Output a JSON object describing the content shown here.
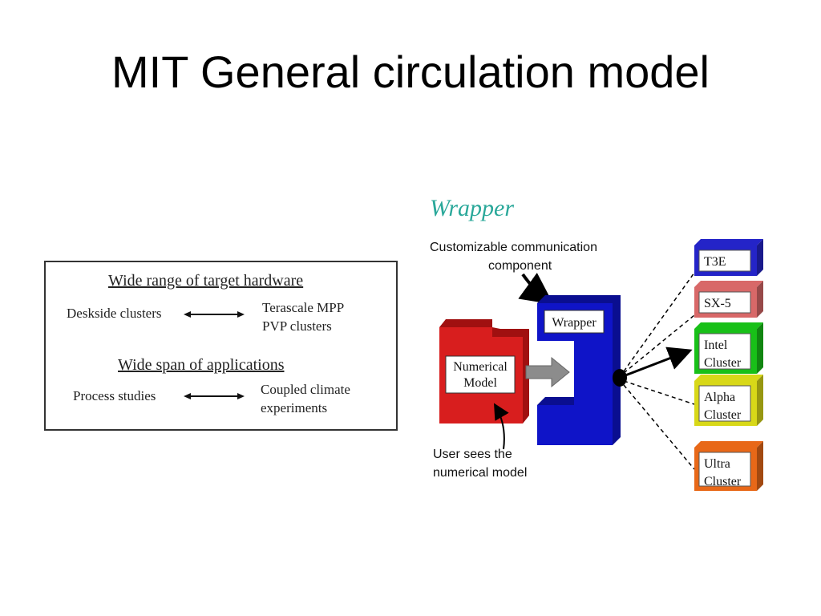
{
  "title": "MIT General circulation model",
  "hardware_box": {
    "heading_hardware": "Wide range of target hardware",
    "desk_left": "Deskside clusters",
    "desk_right_1": "Terascale MPP",
    "desk_right_2": "PVP clusters",
    "heading_apps": "Wide span of applications",
    "process_left": "Process studies",
    "process_right_1": "Coupled climate",
    "process_right_2": "experiments"
  },
  "diagram": {
    "title": "Wrapper",
    "caption_comm_1": "Customizable communication",
    "caption_comm_2": "component",
    "wrapper_label": "Wrapper",
    "model_label_1": "Numerical",
    "model_label_2": "Model",
    "caption_user_1": "User sees the",
    "caption_user_2": "numerical model",
    "targets": [
      {
        "line1": "T3E",
        "line2": "",
        "color": "#2424c8"
      },
      {
        "line1": "SX-5",
        "line2": "",
        "color": "#d86868"
      },
      {
        "line1": "Intel",
        "line2": "Cluster",
        "color": "#18c018"
      },
      {
        "line1": "Alpha",
        "line2": "Cluster",
        "color": "#d8d818"
      },
      {
        "line1": "Ultra",
        "line2": "Cluster",
        "color": "#e86818"
      }
    ],
    "colors": {
      "wrapper_blue": "#0f14c8",
      "model_red": "#d81e1e",
      "title_teal": "#2aa89a"
    }
  }
}
